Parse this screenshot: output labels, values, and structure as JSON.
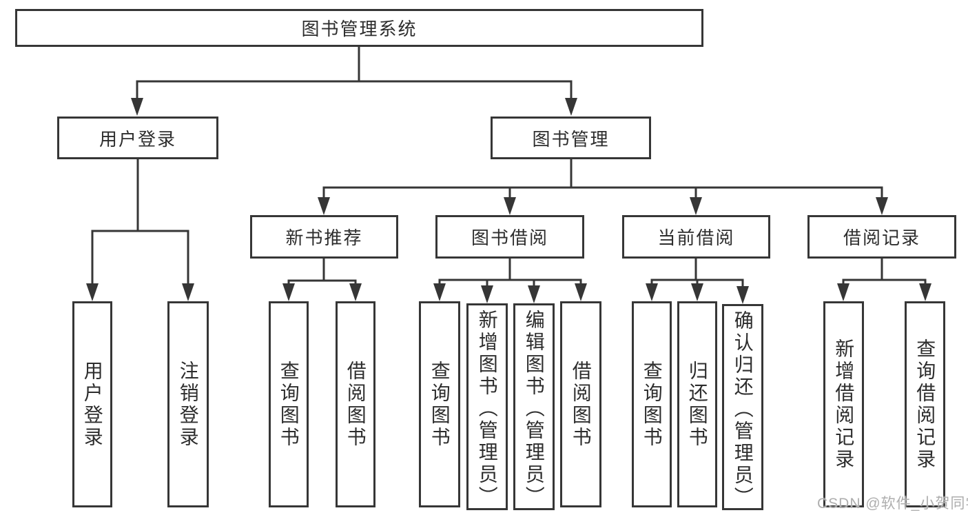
{
  "colors": {
    "line": "#363636",
    "box_border": "#363636",
    "box_fill": "#ffffff",
    "text": "#2d2d2d",
    "watermark": "#aeaeae",
    "background": "#ffffff"
  },
  "diagram": {
    "root": {
      "label": "图书管理系统"
    },
    "branches": {
      "user_login": {
        "label": "用户登录"
      },
      "book_management": {
        "label": "图书管理"
      }
    },
    "modules": {
      "new_book_recommend": {
        "label": "新书推荐"
      },
      "book_borrowing": {
        "label": "图书借阅"
      },
      "current_borrowing": {
        "label": "当前借阅"
      },
      "borrowing_records": {
        "label": "借阅记录"
      }
    },
    "functions": {
      "user_login": {
        "label": "用户登录"
      },
      "logout": {
        "label": "注销登录"
      },
      "recommend_query_book": {
        "label": "查询图书"
      },
      "recommend_borrow_book": {
        "label": "借阅图书"
      },
      "borrowing_query_book": {
        "label": "查询图书"
      },
      "borrowing_add_book": {
        "label": "新增图书（管理员）"
      },
      "borrowing_edit_book": {
        "label": "编辑图书（管理员）"
      },
      "borrowing_borrow_book": {
        "label": "借阅图书"
      },
      "current_query_book": {
        "label": "查询图书"
      },
      "current_return_book": {
        "label": "归还图书"
      },
      "current_confirm_return": {
        "label": "确认归还（管理员）"
      },
      "records_add_record": {
        "label": "新增借阅记录"
      },
      "records_query_record": {
        "label": "查询借阅记录"
      }
    },
    "watermark": "CSDN @软件_小贺同学"
  }
}
